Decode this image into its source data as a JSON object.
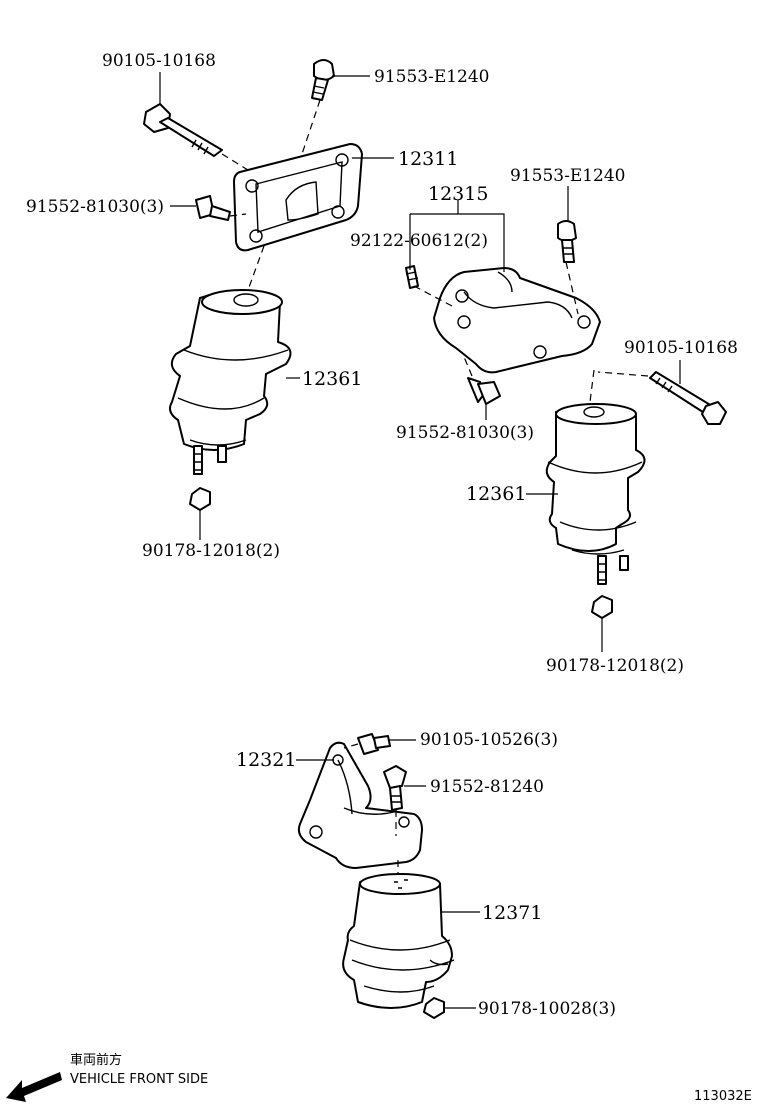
{
  "labels": {
    "p_90105_10168_a": "90105-10168",
    "p_91553_e1240_a": "91553-E1240",
    "p_12311": "12311",
    "p_91552_81030_a": "91552-81030(3)",
    "p_12315": "12315",
    "p_91553_e1240_b": "91553-E1240",
    "p_92122_60612": "92122-60612(2)",
    "p_12361_a": "12361",
    "p_90105_10168_b": "90105-10168",
    "p_91552_81030_b": "91552-81030(3)",
    "p_12361_b": "12361",
    "p_90178_12018_a": "90178-12018(2)",
    "p_90178_12018_b": "90178-12018(2)",
    "p_12321": "12321",
    "p_90105_10526": "90105-10526(3)",
    "p_91552_81240": "91552-81240",
    "p_12371": "12371",
    "p_90178_10028": "90178-10028(3)"
  },
  "direction": {
    "japanese": "車両前方",
    "english": "VEHICLE FRONT SIDE",
    "arrow_icon": "arrow-left-down-icon"
  },
  "figure_id": "113032E"
}
